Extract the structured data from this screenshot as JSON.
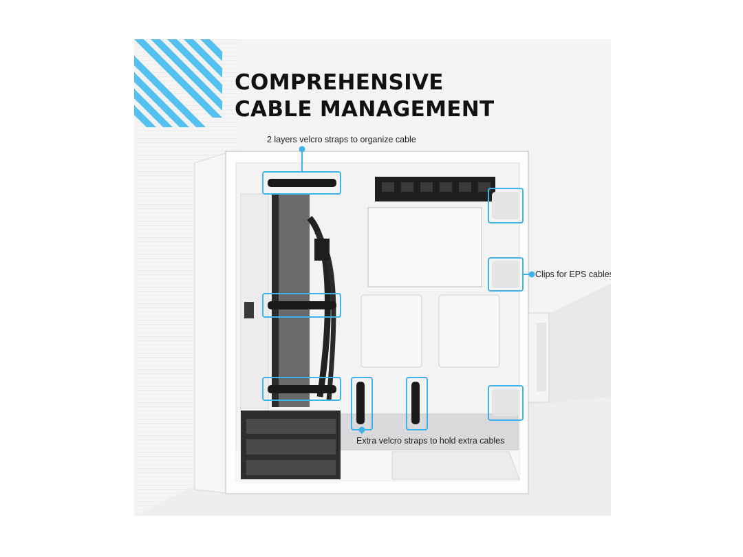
{
  "heading": {
    "line1": "COMPREHENSIVE",
    "line2": "CABLE MANAGEMENT"
  },
  "callouts": {
    "top": "2 layers velcro straps to organize cable",
    "right": "Clips for EPS cables",
    "bottom": "Extra velcro straps to hold extra cables"
  },
  "colors": {
    "accent": "#3fb3e9",
    "stripe": "#54c1f0",
    "case": "#ffffff",
    "strap": "#1a1a1a"
  }
}
